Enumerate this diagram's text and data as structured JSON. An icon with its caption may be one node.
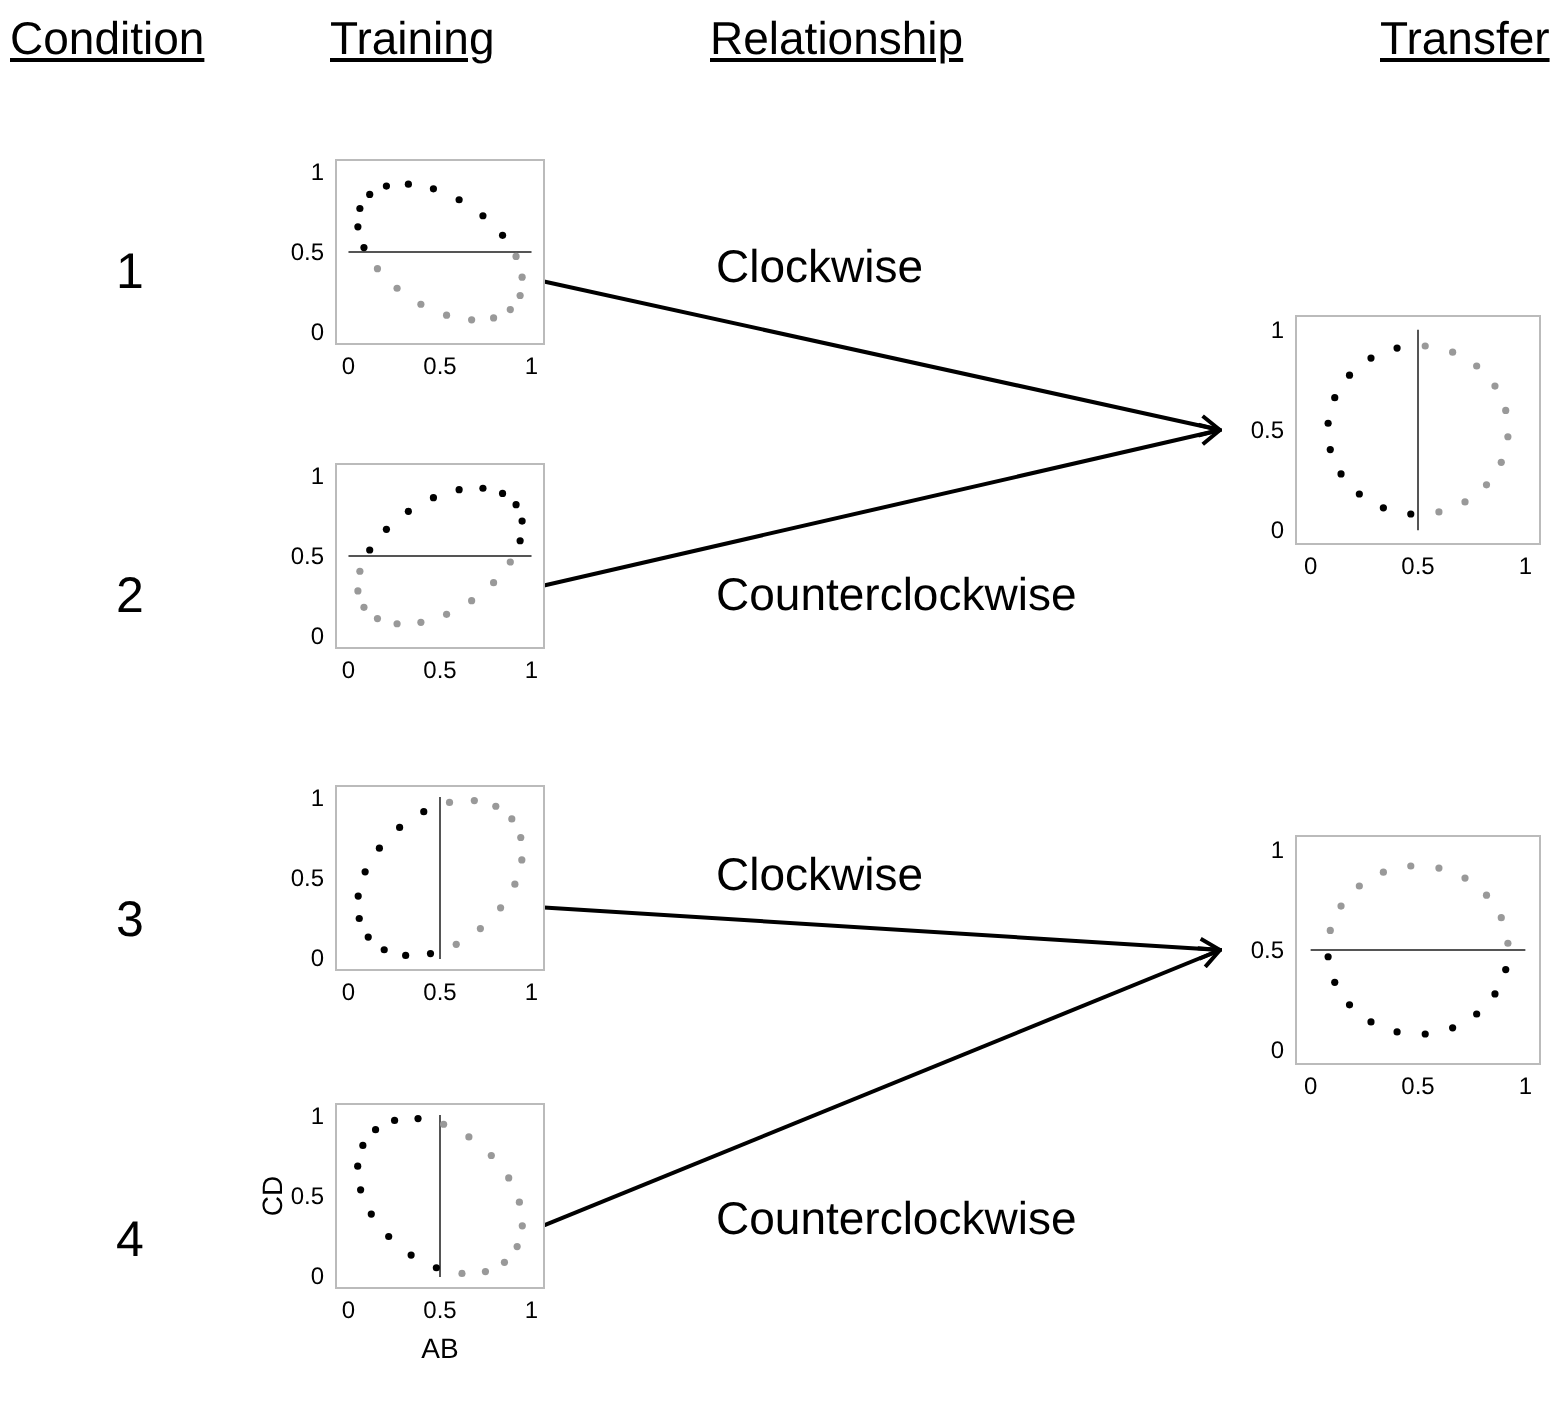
{
  "diagram": {
    "nodes": [
      {
        "text": [],
        "shape": "chart",
        "beside": [
          "1",
          "0.5",
          "0",
          "0",
          "0.5",
          "1"
        ]
      },
      {
        "text": [],
        "shape": "chart",
        "beside": [
          "1",
          "0.5",
          "0",
          "0",
          "0.5",
          "1"
        ]
      },
      {
        "text": [],
        "shape": "chart",
        "beside": [
          "1",
          "0.5",
          "0",
          "0",
          "0.5",
          "1"
        ]
      },
      {
        "text": [],
        "shape": "chart",
        "beside": [
          "1",
          "0.5",
          "0",
          "0",
          "0.5",
          "1"
        ]
      },
      {
        "text": [],
        "shape": "chart",
        "beside": [
          "1",
          "0.5",
          "0",
          "0",
          "0.5",
          "1"
        ]
      },
      {
        "text": [],
        "shape": "chart",
        "beside": [
          "1",
          "0.5",
          "0",
          "0",
          "0.5",
          "1",
          "CD",
          "AB"
        ]
      }
    ],
    "edges": [
      {
        "from": 0,
        "to": 1,
        "arrow": "to",
        "label": "Clockwise"
      },
      {
        "from": 2,
        "to": 1,
        "arrow": "to",
        "label": "Counterclockwise"
      },
      {
        "from": 3,
        "to": 4,
        "arrow": "to",
        "label": "Clockwise"
      },
      {
        "from": 5,
        "to": 4,
        "arrow": "to",
        "label": "Counterclockwise"
      }
    ],
    "labels": [
      "Condition",
      "Training",
      "Relationship",
      "Transfer",
      "1",
      "2",
      "3",
      "4"
    ]
  }
}
